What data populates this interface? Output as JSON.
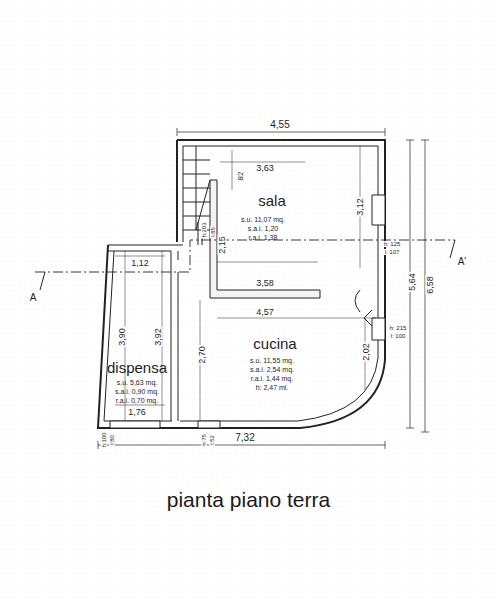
{
  "diagram": {
    "caption": "pianta piano terra",
    "labels": [
      "4,55",
      "3,63",
      "82",
      "sala",
      "s.u. 11,07 mq.",
      "s.a.i. 1,20",
      "r.a.i. 1,38",
      "3,12",
      "h: 125",
      "l: 107",
      "h:203",
      "l:85",
      "1,12",
      "2,15",
      "3,58",
      "A",
      "A'",
      "5,64",
      "6,58",
      "4,57",
      "h: 215",
      "l: 100",
      "3,90",
      "3,92",
      "2,70",
      "cucina",
      "s.u. 11,55 mq.",
      "s.a.i. 2,54 mq.",
      "r.a.i. 1,44 mq.",
      "h: 2,47 ml.",
      "2,02",
      "dispensa",
      "s.u. 5,63 mq.",
      "s.a.i. 0,90 mq.",
      "r.a.i. 0,70 mq.",
      "1,76",
      "h:100",
      "l:80",
      "h:75",
      "l:52",
      "7,32"
    ]
  }
}
